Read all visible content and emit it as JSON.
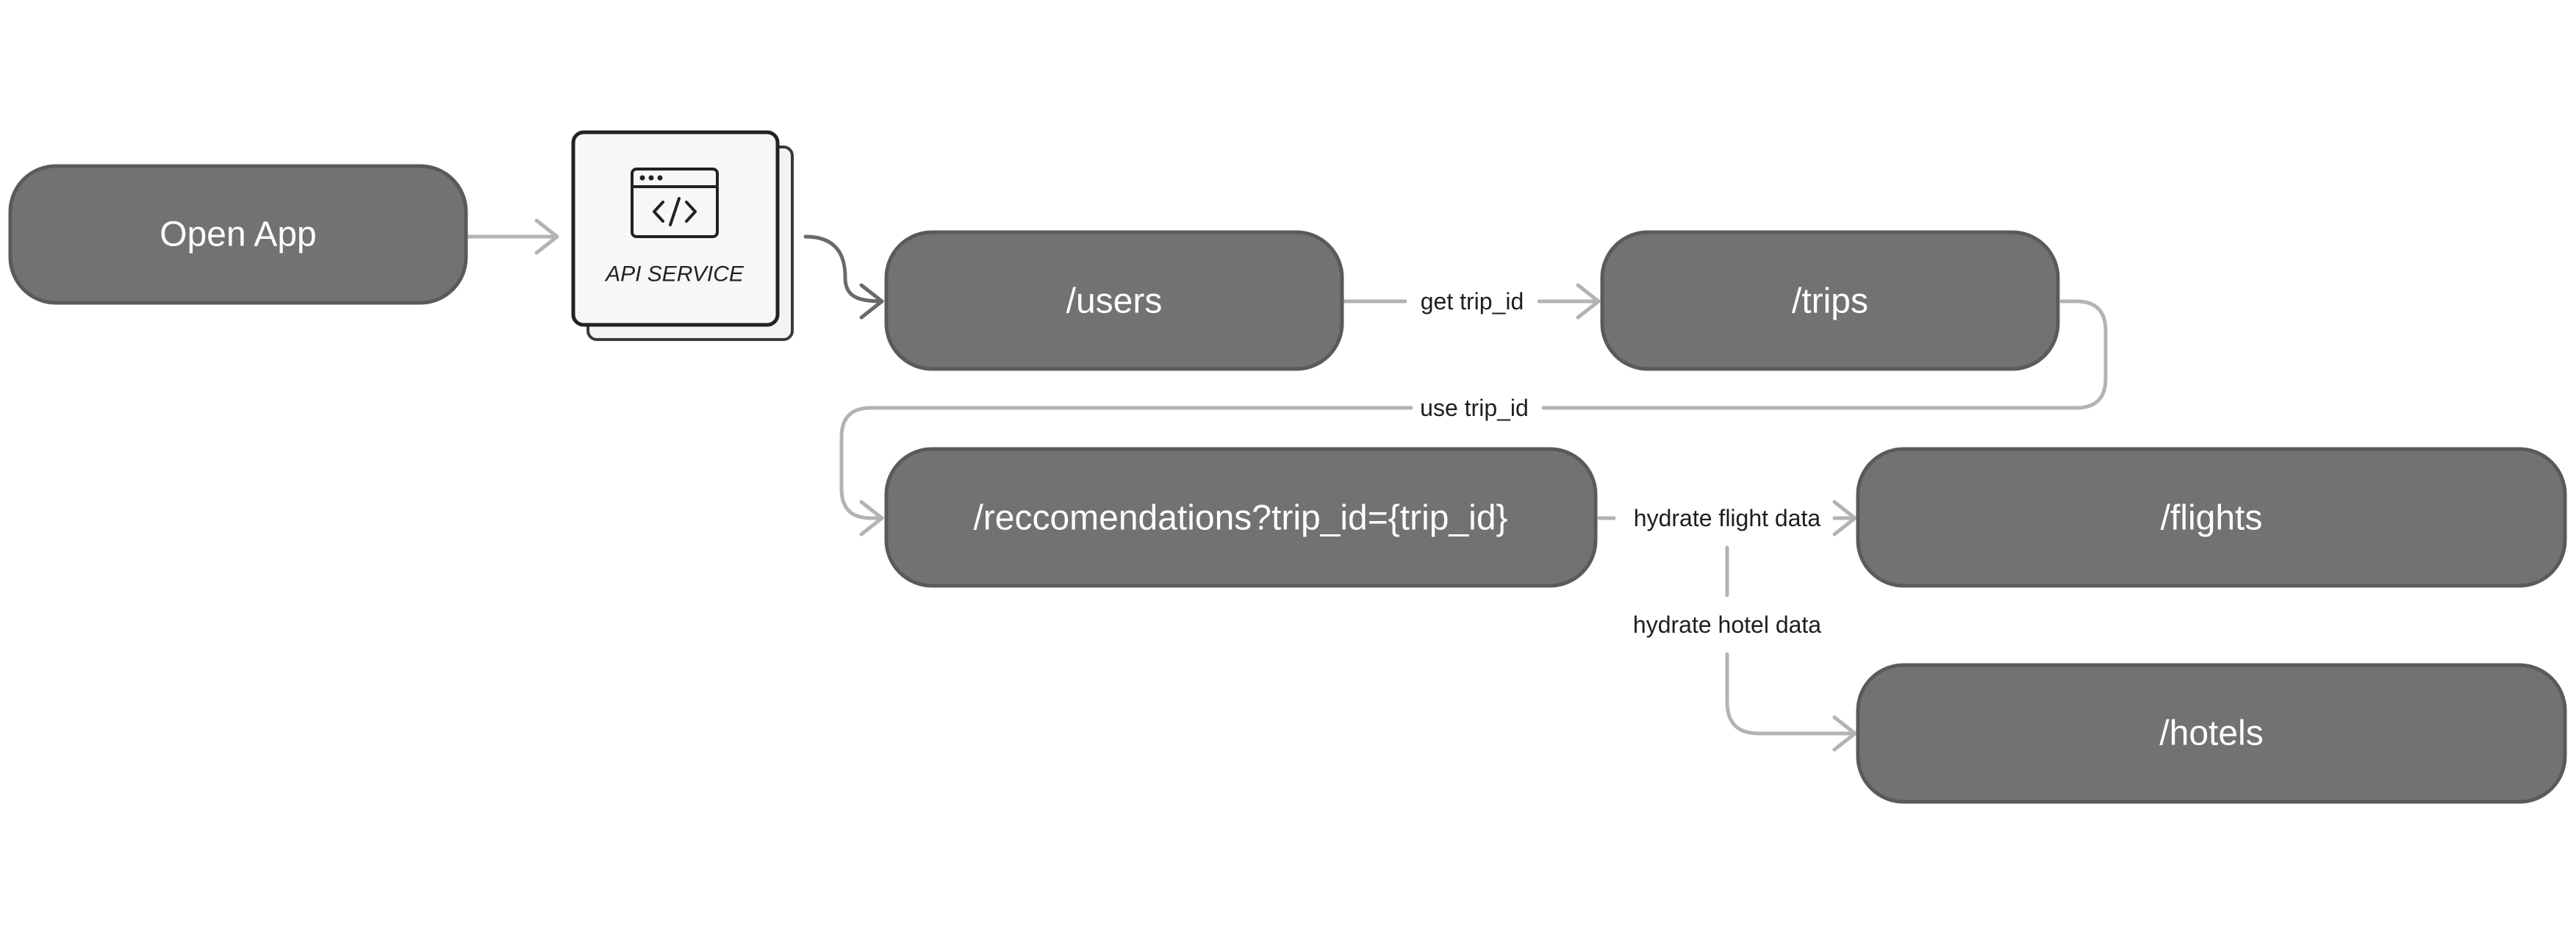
{
  "nodes": {
    "open_app": "Open App",
    "api_service": "API SERVICE",
    "users": "/users",
    "trips": "/trips",
    "recommendations": "/reccomendations?trip_id={trip_id}",
    "flights": "/flights",
    "hotels": "/hotels"
  },
  "edges": {
    "get_trip_id": "get trip_id",
    "use_trip_id": "use trip_id",
    "hydrate_flight": "hydrate flight data",
    "hydrate_hotel": "hydrate hotel data"
  },
  "colors": {
    "node_fill": "#727272",
    "node_text": "#ffffff",
    "connector": "#b3b3b3",
    "label_text": "#1e1e1e",
    "background": "#ffffff"
  },
  "icons": {
    "api_service": "code-window-icon"
  }
}
